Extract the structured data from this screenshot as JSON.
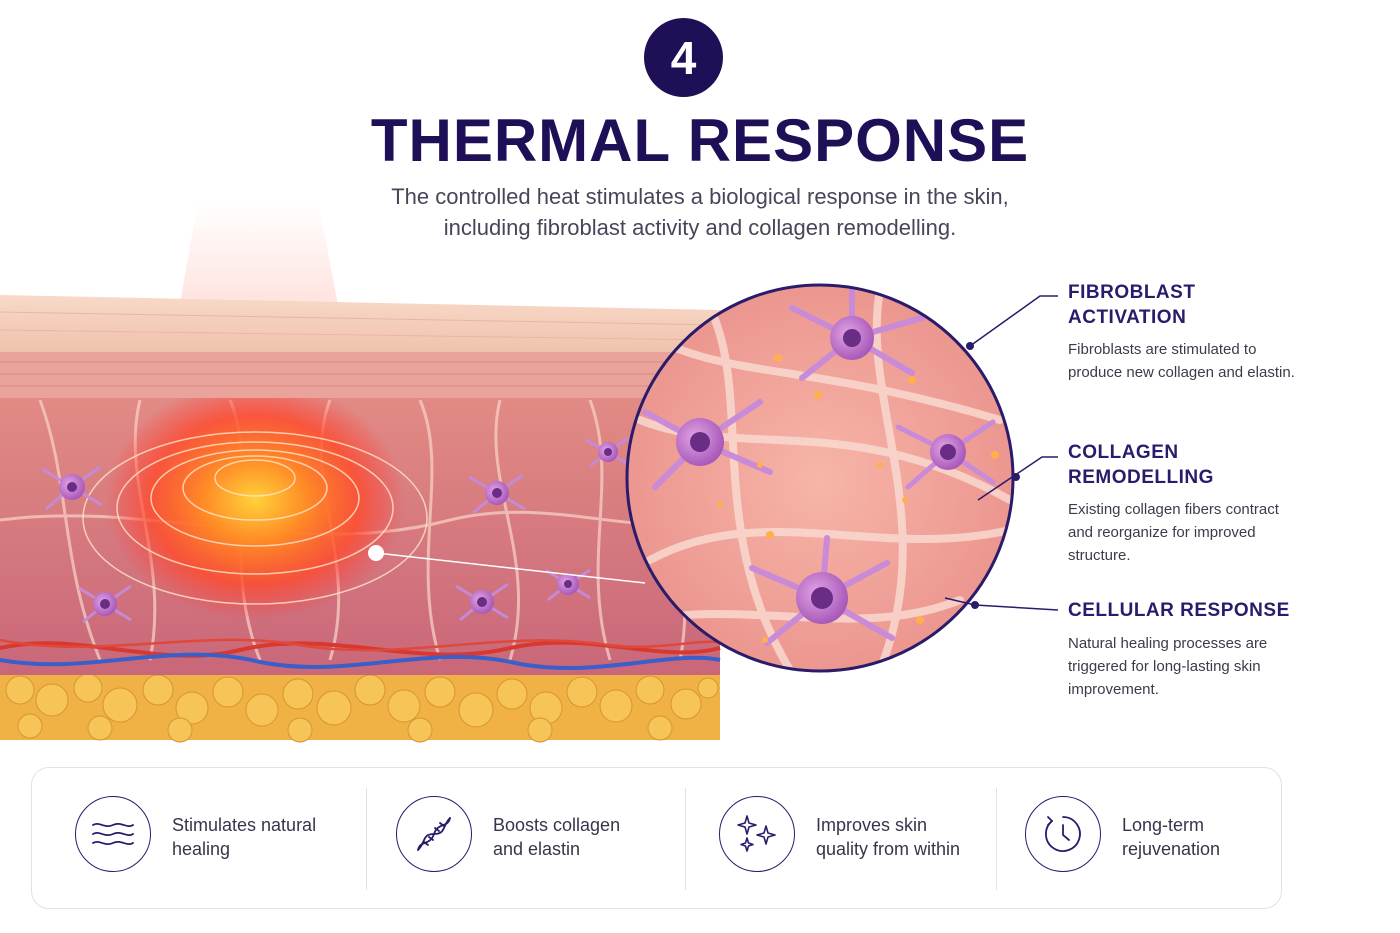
{
  "header": {
    "step_number": "4",
    "title": "THERMAL RESPONSE",
    "subtitle_line1": "The controlled heat stimulates a biological response in the skin,",
    "subtitle_line2": "including fibroblast activity and collagen remodelling."
  },
  "callouts": [
    {
      "title_line1": "FIBROBLAST",
      "title_line2": "ACTIVATION",
      "text": "Fibroblasts are stimulated to produce new collagen and elastin."
    },
    {
      "title_line1": "COLLAGEN",
      "title_line2": "REMODELLING",
      "text": "Existing collagen fibers contract and reorganize for improved structure."
    },
    {
      "title_line1": "CELLULAR RESPONSE",
      "title_line2": "",
      "text": "Natural healing processes are triggered for long-lasting skin improvement."
    }
  ],
  "benefits": [
    {
      "icon": "waves-icon",
      "line1": "Stimulates natural",
      "line2": "healing"
    },
    {
      "icon": "dna-icon",
      "line1": "Boosts collagen",
      "line2": "and elastin"
    },
    {
      "icon": "sparkles-icon",
      "line1": "Improves skin",
      "line2": "quality from within"
    },
    {
      "icon": "timer-icon",
      "line1": "Long-term",
      "line2": "rejuvenation"
    }
  ],
  "colors": {
    "brand_navy": "#1f0f57",
    "accent_purple": "#2a1b6b",
    "heat_orange": "#ff7a2a",
    "fat_yellow": "#f0b245",
    "skin_pink": "#e9a39a"
  }
}
